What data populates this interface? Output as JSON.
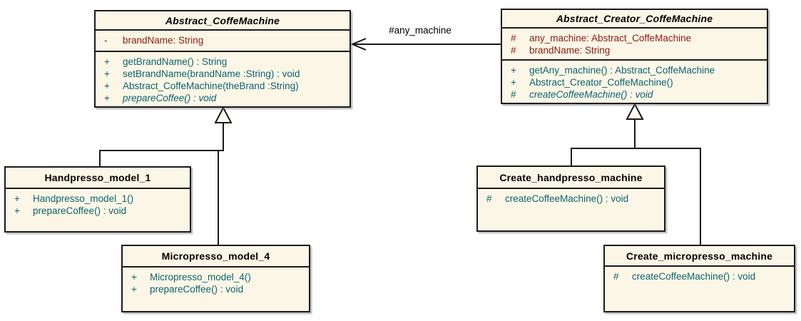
{
  "colors": {
    "box-fill": "#fbf6e6",
    "line": "#1a1a1a",
    "attr": "#8e1a10",
    "method": "#0d6370",
    "triangle-fill": "#fdfaec"
  },
  "classes": [
    {
      "name": "Abstract_CoffeMachine",
      "abstract": true,
      "attributes": [
        {
          "vis": "-",
          "text": "brandName: String"
        }
      ],
      "methods": [
        {
          "vis": "+",
          "text": "getBrandName() : String",
          "italic": false
        },
        {
          "vis": "+",
          "text": "setBrandName(brandName :String) : void",
          "italic": false
        },
        {
          "vis": "+",
          "text": "Abstract_CoffeMachine(theBrand :String)",
          "italic": false
        },
        {
          "vis": "+",
          "text": "prepareCoffee() : void",
          "italic": true
        }
      ]
    },
    {
      "name": "Abstract_Creator_CoffeMachine",
      "abstract": true,
      "attributes": [
        {
          "vis": "#",
          "text": "any_machine: Abstract_CoffeMachine"
        },
        {
          "vis": "#",
          "text": "brandName: String"
        }
      ],
      "methods": [
        {
          "vis": "+",
          "text": "getAny_machine() : Abstract_CoffeMachine",
          "italic": false
        },
        {
          "vis": "+",
          "text": "Abstract_Creator_CoffeMachine()",
          "italic": false
        },
        {
          "vis": "#",
          "text": "createCoffeeMachine() : void",
          "italic": true
        }
      ]
    },
    {
      "name": "Handpresso_model_1",
      "abstract": false,
      "attributes": [],
      "methods": [
        {
          "vis": "+",
          "text": "Handpresso_model_1()",
          "italic": false
        },
        {
          "vis": "+",
          "text": "prepareCoffee() : void",
          "italic": false
        }
      ]
    },
    {
      "name": "Micropresso_model_4",
      "abstract": false,
      "attributes": [],
      "methods": [
        {
          "vis": "+",
          "text": "Micropresso_model_4()",
          "italic": false
        },
        {
          "vis": "+",
          "text": "prepareCoffee() : void",
          "italic": false
        }
      ]
    },
    {
      "name": "Create_handpresso_machine",
      "abstract": false,
      "attributes": [],
      "methods": [
        {
          "vis": "#",
          "text": "createCoffeeMachine() : void",
          "italic": false
        }
      ]
    },
    {
      "name": "Create_micropresso_machine",
      "abstract": false,
      "attributes": [],
      "methods": [
        {
          "vis": "#",
          "text": "createCoffeeMachine() : void",
          "italic": false
        }
      ]
    }
  ],
  "edges": [
    {
      "type": "association-arrow",
      "from": "Abstract_Creator_CoffeMachine",
      "to": "Abstract_CoffeMachine",
      "label": "#any_machine"
    },
    {
      "type": "generalization",
      "from": "Handpresso_model_1",
      "to": "Abstract_CoffeMachine",
      "label": ""
    },
    {
      "type": "generalization",
      "from": "Micropresso_model_4",
      "to": "Abstract_CoffeMachine",
      "label": ""
    },
    {
      "type": "generalization",
      "from": "Create_handpresso_machine",
      "to": "Abstract_Creator_CoffeMachine",
      "label": ""
    },
    {
      "type": "generalization",
      "from": "Create_micropresso_machine",
      "to": "Abstract_Creator_CoffeMachine",
      "label": ""
    }
  ]
}
